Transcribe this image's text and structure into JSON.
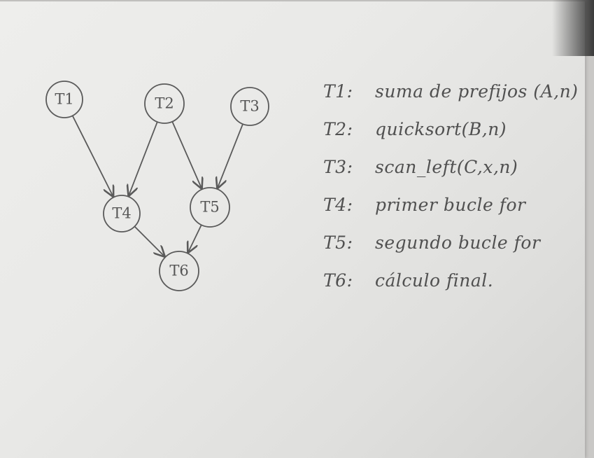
{
  "diagram": {
    "nodes": [
      {
        "id": "T1",
        "label": "T1"
      },
      {
        "id": "T2",
        "label": "T2"
      },
      {
        "id": "T3",
        "label": "T3"
      },
      {
        "id": "T4",
        "label": "T4"
      },
      {
        "id": "T5",
        "label": "T5"
      },
      {
        "id": "T6",
        "label": "T6"
      }
    ],
    "edges": [
      {
        "from": "T1",
        "to": "T4"
      },
      {
        "from": "T2",
        "to": "T4"
      },
      {
        "from": "T2",
        "to": "T5"
      },
      {
        "from": "T3",
        "to": "T5"
      },
      {
        "from": "T4",
        "to": "T6"
      },
      {
        "from": "T5",
        "to": "T6"
      }
    ]
  },
  "legend": [
    {
      "key": "T1:",
      "text": "suma de prefijos (A,n)"
    },
    {
      "key": "T2:",
      "text": "quicksort(B,n)"
    },
    {
      "key": "T3:",
      "text": "scan_left(C,x,n)"
    },
    {
      "key": "T4:",
      "text": "primer bucle for"
    },
    {
      "key": "T5:",
      "text": "segundo bucle for"
    },
    {
      "key": "T6:",
      "text": "cálculo final."
    }
  ]
}
